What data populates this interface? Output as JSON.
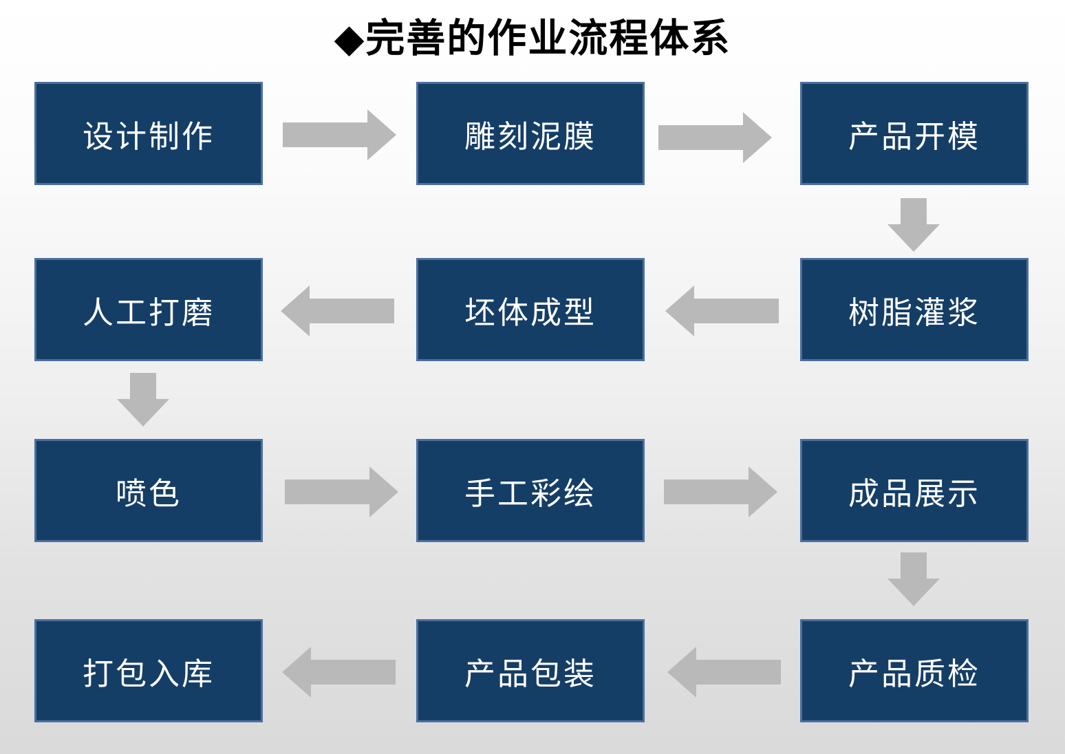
{
  "title": "◆完善的作业流程体系",
  "colors": {
    "box_fill": "#153e66",
    "box_border": "#4b6f9e",
    "box_text": "#ffffff",
    "arrow": "#b9b9b9",
    "title_text": "#000000",
    "background_top": "#ffffff",
    "background_bottom": "#dadada"
  },
  "flow": {
    "rows": [
      {
        "direction": "right",
        "boxes": [
          "设计制作",
          "雕刻泥膜",
          "产品开模"
        ]
      },
      {
        "direction": "left",
        "boxes": [
          "人工打磨",
          "坯体成型",
          "树脂灌浆"
        ]
      },
      {
        "direction": "right",
        "boxes": [
          "喷色",
          "手工彩绘",
          "成品展示"
        ]
      },
      {
        "direction": "left",
        "boxes": [
          "打包入库",
          "产品包装",
          "产品质检"
        ]
      }
    ],
    "sequence": [
      "设计制作",
      "雕刻泥膜",
      "产品开模",
      "树脂灌浆",
      "坯体成型",
      "人工打磨",
      "喷色",
      "手工彩绘",
      "成品展示",
      "产品质检",
      "产品包装",
      "打包入库"
    ],
    "connector_style": "block-arrow"
  }
}
